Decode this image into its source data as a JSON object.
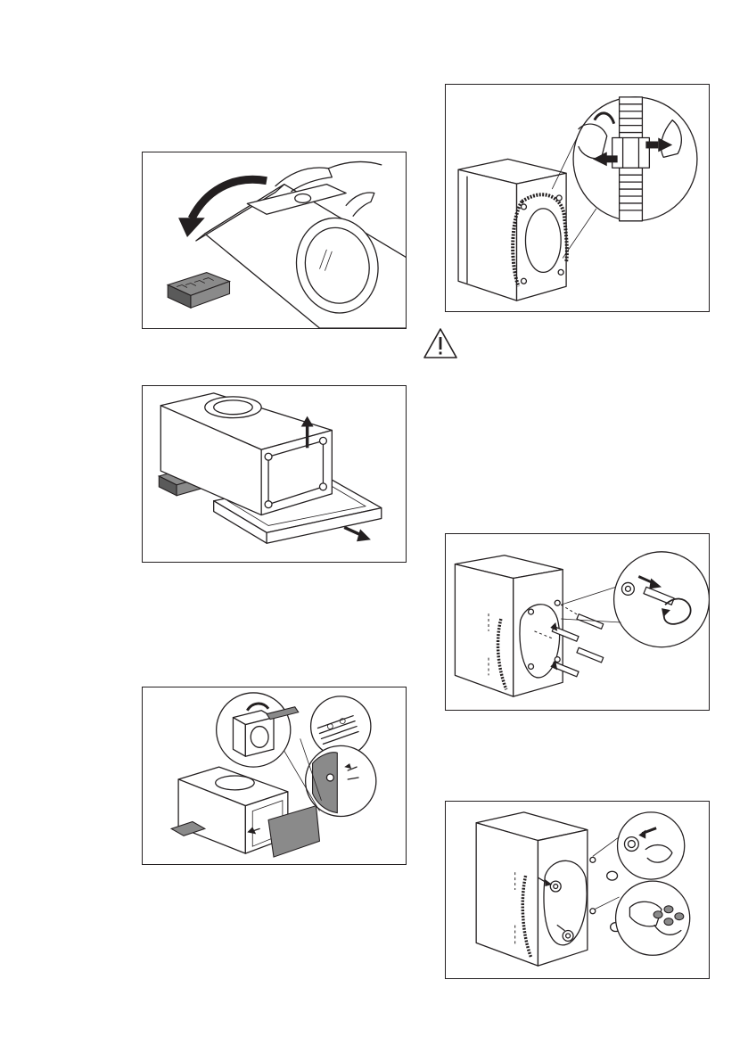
{
  "page": {
    "figures": [
      {
        "id": "fig-tilt-machine",
        "icon": "tilt-back-arrow-icon"
      },
      {
        "id": "fig-remove-base",
        "icon": "lift-up-arrow-icon"
      },
      {
        "id": "fig-fit-cover-panel",
        "icon": "cover-panel-icon"
      },
      {
        "id": "fig-release-hose-clamps",
        "icon": "hose-clip-icon"
      },
      {
        "id": "fig-remove-transit-bolts",
        "icon": "spanner-rotate-icon"
      },
      {
        "id": "fig-insert-plastic-caps",
        "icon": "plastic-cap-icon"
      }
    ],
    "warning_icon": "warning-triangle-icon"
  },
  "colors": {
    "line": "#231f20",
    "shade": "#8a8a8a",
    "dark_shade": "#5a5a5a",
    "background": "#ffffff"
  }
}
